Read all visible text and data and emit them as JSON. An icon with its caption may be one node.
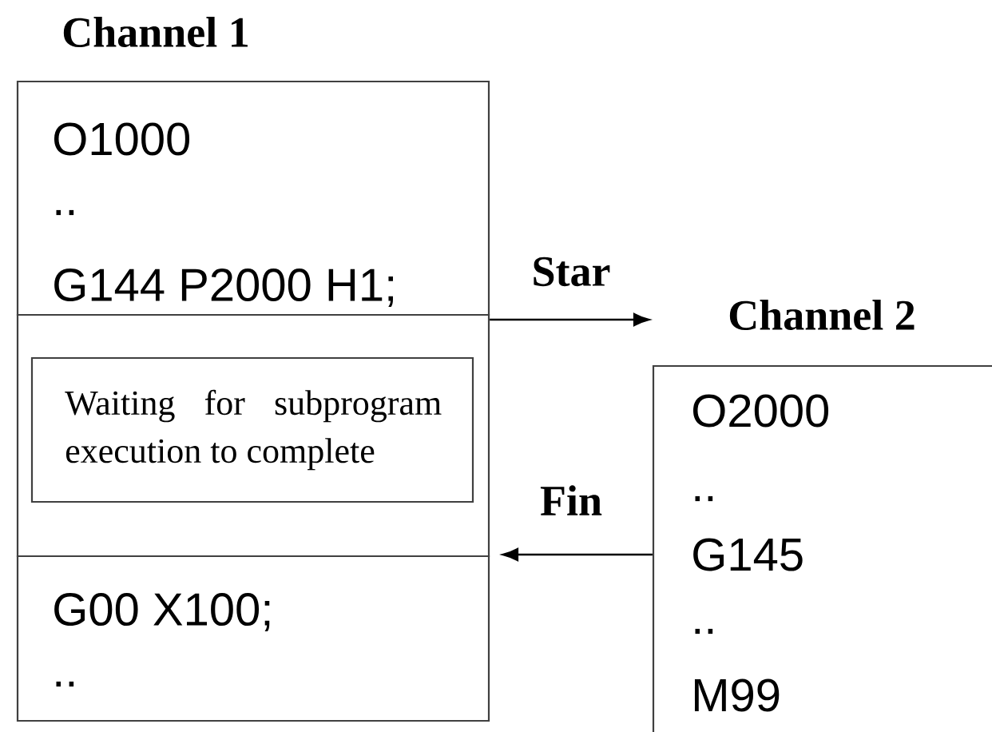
{
  "diagram": {
    "nodes": [
      {
        "text": [
          "Channel 1",
          "O1000",
          "..",
          "G144 P2000 H1;"
        ]
      },
      {
        "text": [],
        "shape": "box"
      },
      {
        "text": [
          "Waiting for subprogram execution to complete"
        ],
        "in": 1
      },
      {
        "text": [
          "G00 X100;",
          ".."
        ]
      },
      {
        "text": [
          "Channel 2",
          "O2000",
          "..",
          "G145",
          "..",
          "M99"
        ]
      }
    ],
    "edges": [
      {
        "from": 0,
        "to": 4,
        "arrow": "to",
        "label": "Star"
      },
      {
        "from": 4,
        "to": 3,
        "arrow": "to",
        "label": "Fin"
      }
    ]
  }
}
